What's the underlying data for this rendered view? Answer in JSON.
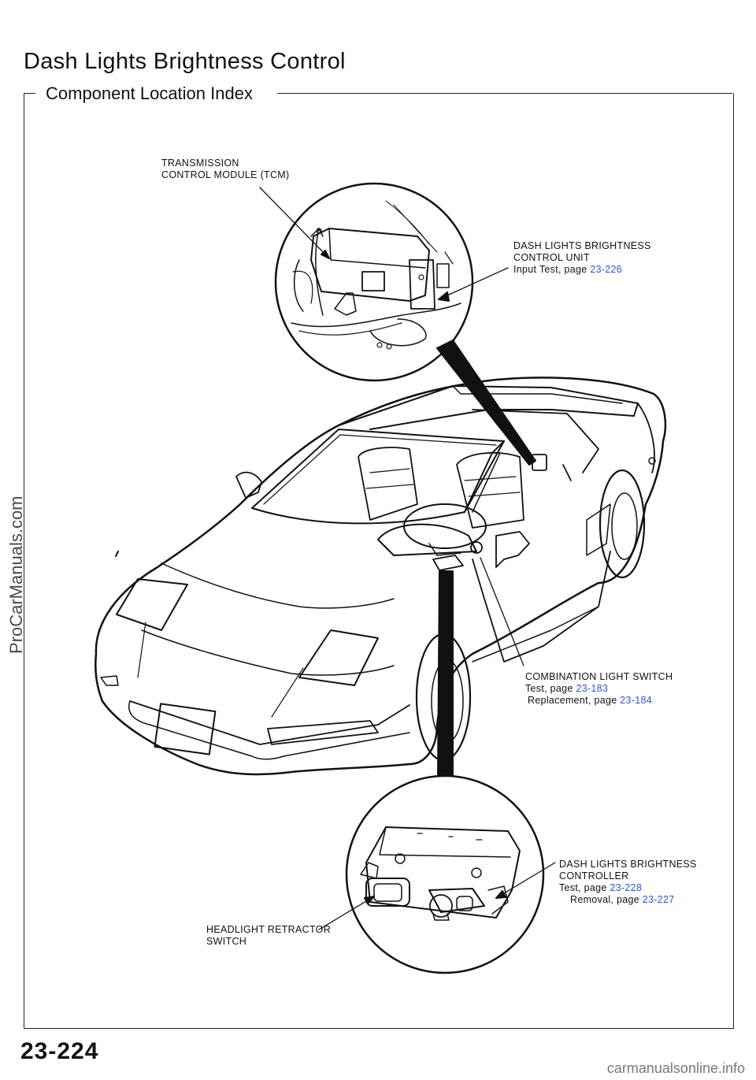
{
  "page": {
    "title": "Dash Lights Brightness Control",
    "section": "Component Location Index",
    "page_number": "23-224",
    "side_watermark": "ProCarManuals.com",
    "footer_watermark": "carmanualsonline.info"
  },
  "callouts": {
    "tcm": {
      "line1": "TRANSMISSION",
      "line2": "CONTROL  MODULE  (TCM)"
    },
    "control_unit": {
      "line1": "DASH  LIGHTS  BRIGHTNESS",
      "line2": "CONTROL UNIT",
      "test_text": "Input Test,  page",
      "test_page": "23-226"
    },
    "combination_switch": {
      "line1": "COMBINATION  LIGHT  SWITCH",
      "test_text": "Test,  page",
      "test_page": "23-183",
      "replace_text": "Replacement,  page",
      "replace_page": "23-184"
    },
    "controller": {
      "line1": "DASH  LIGHTS  BRIGHTNESS",
      "line2": "CONTROLLER",
      "test_text": "Test,  page",
      "test_page": "23-228",
      "removal_text": "Removal, page",
      "removal_page": "23-227"
    },
    "retractor": {
      "line1": "HEADLIGHT RETRACTOR",
      "line2": "SWITCH"
    }
  }
}
